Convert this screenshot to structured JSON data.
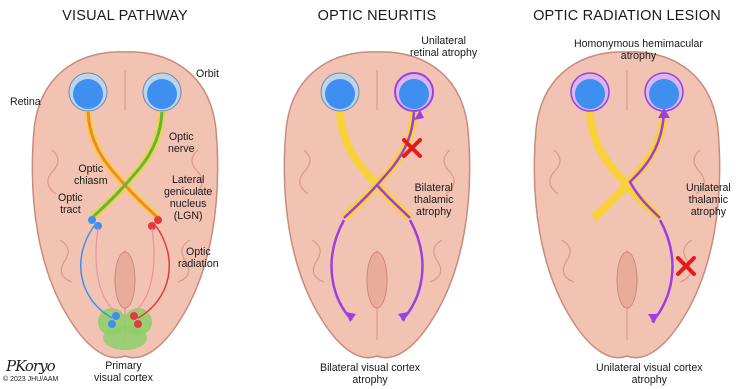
{
  "panels": [
    {
      "title": "VISUAL PATHWAY",
      "labels": {
        "retina": "Retina",
        "orbit": "Orbit",
        "optic_nerve": "Optic\nnerve",
        "optic_chiasm": "Optic\nchiasm",
        "optic_tract": "Optic\ntract",
        "lgn": "Lateral\ngeniculate\nnucleus\n(LGN)",
        "optic_radiation": "Optic\nradiation",
        "primary_visual_cortex": "Primary\nvisual cortex"
      }
    },
    {
      "title": "OPTIC NEURITIS",
      "labels": {
        "unilateral_retinal_atrophy": "Unilateral\nretinal atrophy",
        "bilateral_thalamic_atrophy": "Bilateral\nthalamic\natrophy",
        "bilateral_visual_cortex_atrophy": "Bilateral visual cortex\natrophy"
      }
    },
    {
      "title": "OPTIC RADIATION LESION",
      "labels": {
        "homonymous_hemimacular_atrophy": "Homonymous hemimacular\natrophy",
        "unilateral_thalamic_atrophy": "Unilateral\nthalamic\natrophy",
        "unilateral_visual_cortex_atrophy": "Unilateral visual cortex\natrophy"
      }
    }
  ],
  "credit": "© 2023 JHU/AAM",
  "signature": "PKoryo",
  "colors": {
    "brain": "#f2c2b3",
    "brain_outline": "#c98b7c",
    "eye": "#3f8ff0",
    "pathway_yellow": "#f7d23b",
    "pathway_purple": "#9b3fe0",
    "lesion_red": "#e21b1b",
    "cortex_green": "#8fcf6c"
  }
}
